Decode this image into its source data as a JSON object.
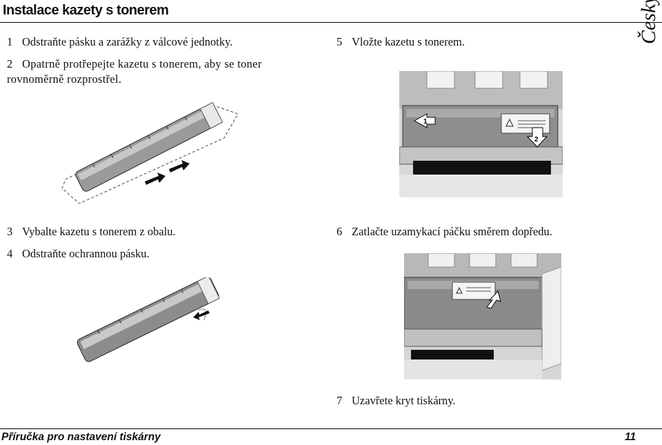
{
  "page": {
    "title": "Instalace kazety s tonerem",
    "language_tab": "Česky",
    "footer_title": "Příručka pro nastavení tiskárny",
    "page_number": "11"
  },
  "steps": [
    {
      "num": "1",
      "text": "Odstraňte pásku a zarážky z válcové jednotky."
    },
    {
      "num": "2",
      "text": "Opatrně protřepejte kazetu s tonerem, aby se toner rovnoměrně rozprostřel."
    },
    {
      "num": "3",
      "text": "Vybalte kazetu s tonerem z obalu."
    },
    {
      "num": "4",
      "text": "Odstraňte ochrannou pásku."
    },
    {
      "num": "5",
      "text": "Vložte kazetu s tonerem."
    },
    {
      "num": "6",
      "text": "Zatlačte uzamykací páčku směrem dopředu."
    },
    {
      "num": "7",
      "text": "Uzavřete kryt tiskárny."
    }
  ],
  "illustrations": {
    "insert_arrow_1": "1",
    "insert_arrow_2": "2"
  }
}
